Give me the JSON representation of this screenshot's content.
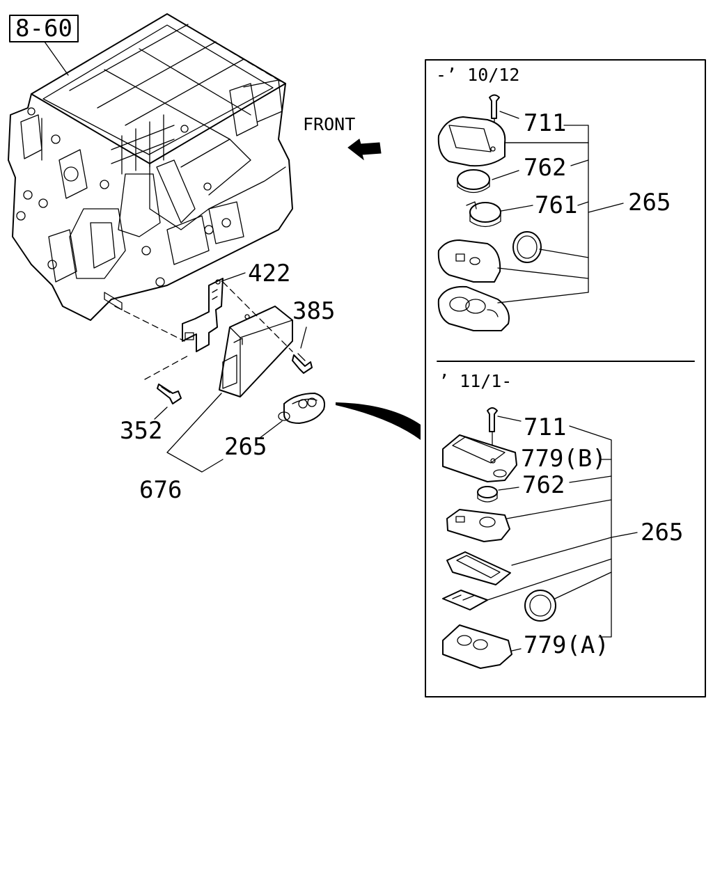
{
  "section_ref": "8-60",
  "front_label": "FRONT",
  "callouts": {
    "bracket": "422",
    "bolt_right": "385",
    "screw_left": "352",
    "key_fob": "265",
    "control_unit": "676"
  },
  "panel_early": {
    "range": "-’ 10/12",
    "parts": [
      "711",
      "762",
      "761",
      "265"
    ]
  },
  "panel_late": {
    "range": "’ 11/1-",
    "parts": [
      "711",
      "779(B)",
      "762",
      "265",
      "779(A)"
    ]
  }
}
